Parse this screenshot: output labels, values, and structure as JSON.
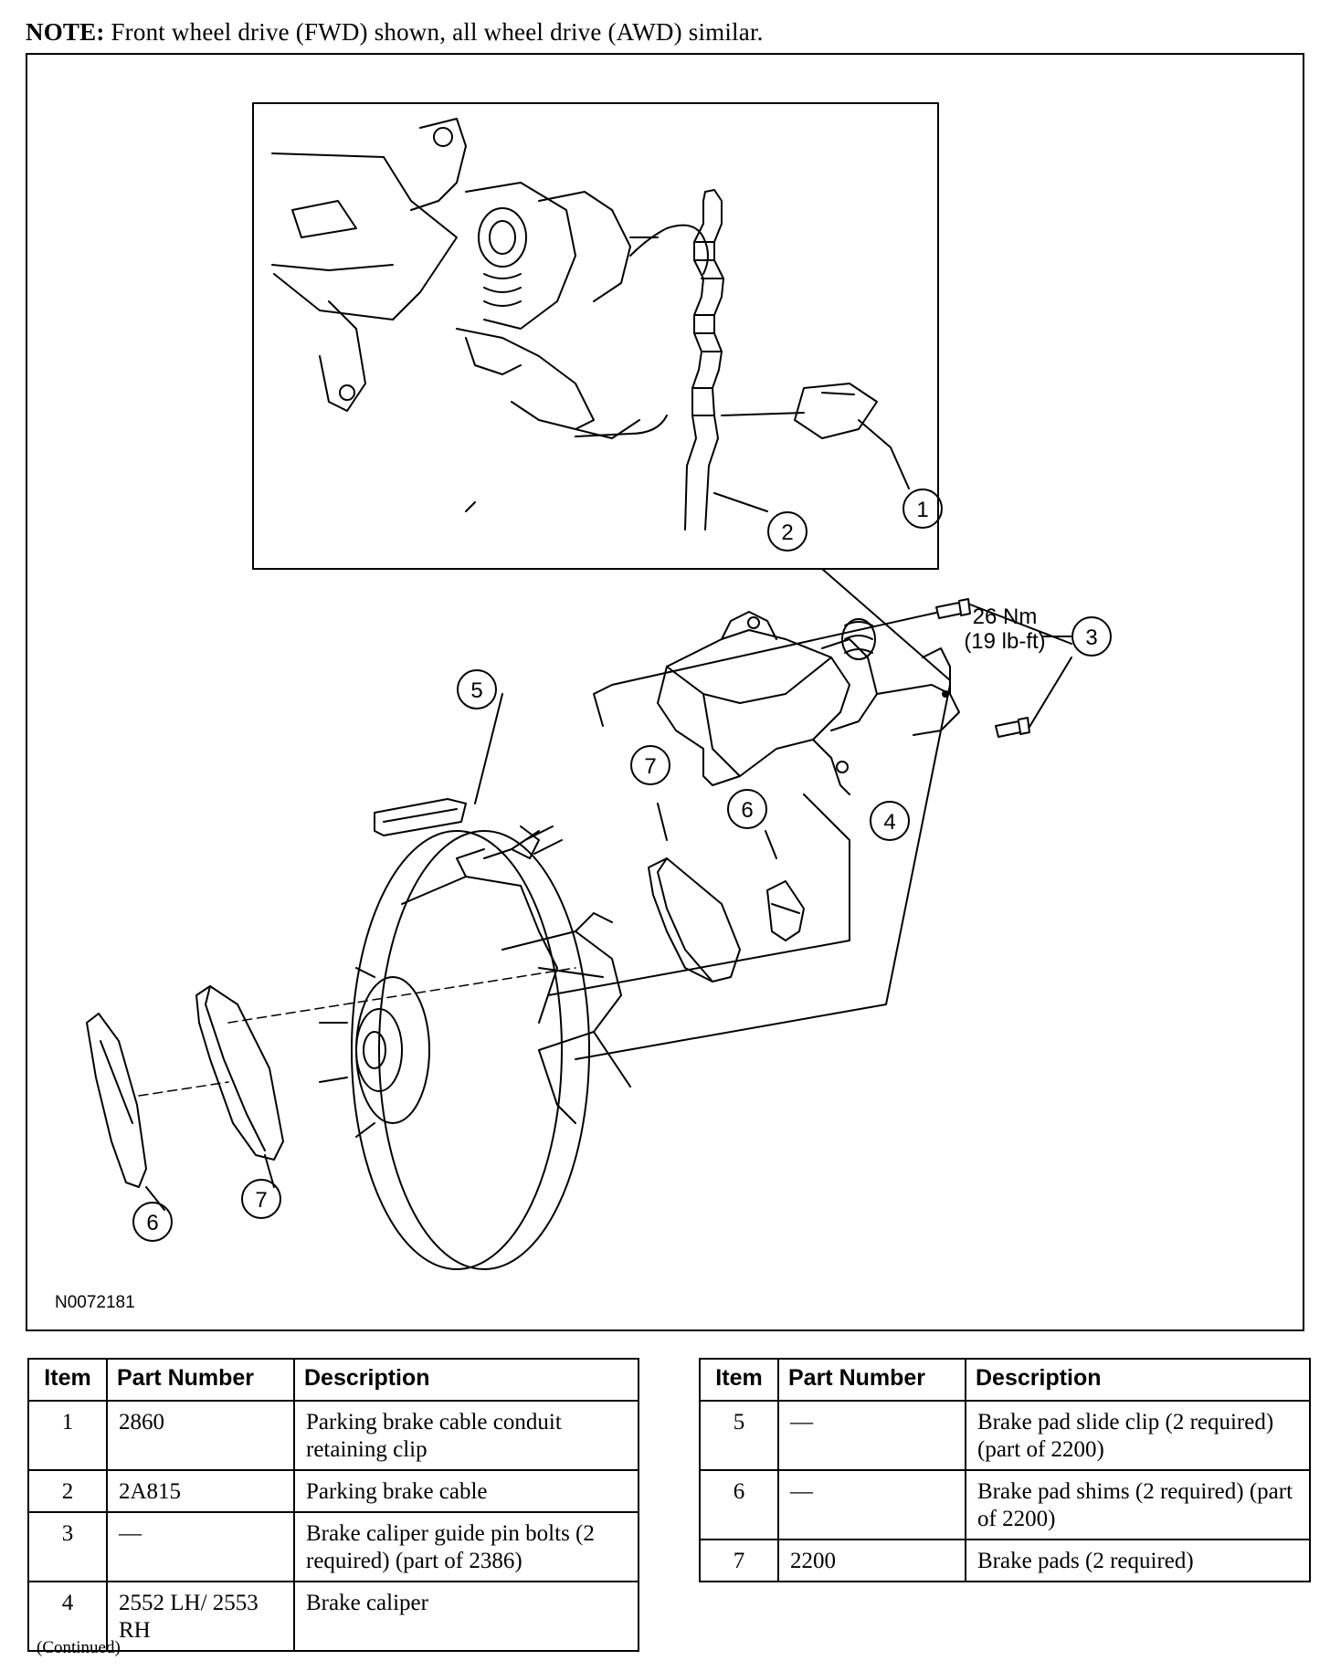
{
  "note": {
    "prefix": "NOTE:",
    "text": "Front wheel drive (FWD) shown, all wheel drive (AWD) similar."
  },
  "figure": {
    "id_label": "N0072181",
    "torque_line1": "26 Nm",
    "torque_line2": "(19 lb-ft)",
    "callouts": [
      "1",
      "2",
      "3",
      "4",
      "5",
      "6",
      "7",
      "6",
      "7"
    ]
  },
  "table_headers": {
    "item": "Item",
    "part_number": "Part Number",
    "description": "Description"
  },
  "parts_left": [
    {
      "item": "1",
      "part_number": "2860",
      "description": "Parking brake cable conduit retaining clip"
    },
    {
      "item": "2",
      "part_number": "2A815",
      "description": "Parking brake cable"
    },
    {
      "item": "3",
      "part_number": "—",
      "description": "Brake caliper guide pin bolts (2 required) (part of 2386)"
    },
    {
      "item": "4",
      "part_number": "2552 LH/ 2553 RH",
      "description": "Brake caliper"
    }
  ],
  "parts_right": [
    {
      "item": "5",
      "part_number": "—",
      "description": "Brake pad slide clip (2 required) (part of 2200)"
    },
    {
      "item": "6",
      "part_number": "—",
      "description": "Brake pad shims (2 required) (part of 2200)"
    },
    {
      "item": "7",
      "part_number": "2200",
      "description": "Brake pads (2 required)"
    }
  ],
  "continued": "(Continued)"
}
